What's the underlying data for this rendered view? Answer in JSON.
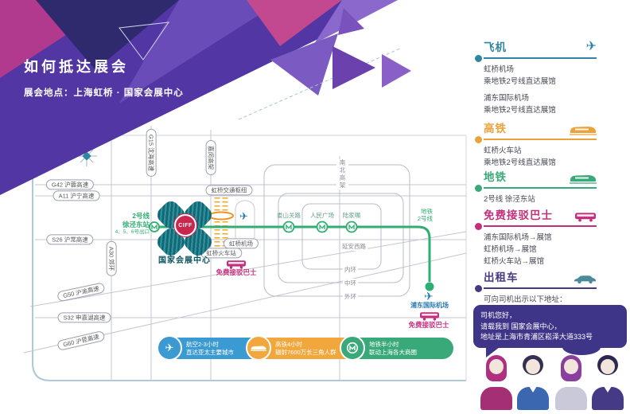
{
  "header": {
    "title": "如何抵达展会",
    "subtitle": "展会地点：上海虹桥 · 国家会展中心"
  },
  "map": {
    "roads": {
      "g42": "G42 沪蓉高速",
      "a11": "A11 沪宁高速",
      "s26": "S26 沪常高速",
      "a30": "A30 郊环",
      "g50": "G50 沪渝高速",
      "s32": "S32 申嘉湖高速",
      "g60": "G60 沪昆高速",
      "g15": "G15 沈海高速",
      "jiamin": "嘉闵高架",
      "nanbei": "南北高架",
      "yanan": "延安西路",
      "ring_inner": "内环",
      "ring_middle": "中环",
      "ring_outer": "外环"
    },
    "venue": {
      "logo": "CIFF",
      "name": "国家会展中心"
    },
    "west_station": {
      "line": "2号线",
      "station": "徐泾东站",
      "exits": "4、5、6号出口"
    },
    "hub": {
      "name": "虹桥交通枢纽",
      "airport": "虹桥机场",
      "railway": "虹桥火车站",
      "shuttle": "免费接驳巴士"
    },
    "line2": {
      "label_top": "地铁",
      "label_bottom": "2号线",
      "stations": [
        "娄山关路",
        "人民广场",
        "陆家嘴"
      ]
    },
    "pudong": {
      "airport": "浦东国际机场",
      "shuttle": "免费接驳巴士"
    },
    "legend": [
      {
        "line1": "航空2-3小时",
        "line2": "直达亚太主要城市",
        "color": "#3b9ad1",
        "icon": "plane-icon"
      },
      {
        "line1": "高铁4小时",
        "line2": "辐射7600万长三角人群",
        "color": "#f2a73d",
        "icon": "train-icon"
      },
      {
        "line1": "地铁半小时",
        "line2": "联动上海各大商圈",
        "color": "#3aa97a",
        "icon": "metro-logo-icon"
      }
    ],
    "metro_green": "#2fae72",
    "railway_orange": "#f5a623",
    "venue_teal": "#14656f"
  },
  "sidebar": {
    "plane": {
      "title": "飞机",
      "color": "#2e86a3",
      "lines": [
        "虹桥机场",
        "乘地铁2号线直达展馆",
        "浦东国际机场",
        "乘地铁2号线直达展馆"
      ]
    },
    "hsr": {
      "title": "高铁",
      "color": "#eaa33c",
      "lines": [
        "虹桥火车站",
        "乘地铁2号线直达展馆"
      ]
    },
    "metro": {
      "title": "地铁",
      "color": "#3aa97a",
      "lines": [
        "2号线 徐泾东站"
      ]
    },
    "shuttle": {
      "title": "免费接驳巴士",
      "color": "#c2307c",
      "lines": [
        "浦东国际机场→展馆",
        "虹桥机场→展馆",
        "虹桥火车站→展馆"
      ]
    },
    "taxi": {
      "title": "出租车",
      "color": "#473883",
      "lines": [
        "可向司机出示以下地址："
      ]
    },
    "bubble": {
      "line1": "司机您好，",
      "line2": "请载我到 国家会展中心，",
      "line3": "地址是上海市青浦区崧泽大道333号"
    }
  }
}
